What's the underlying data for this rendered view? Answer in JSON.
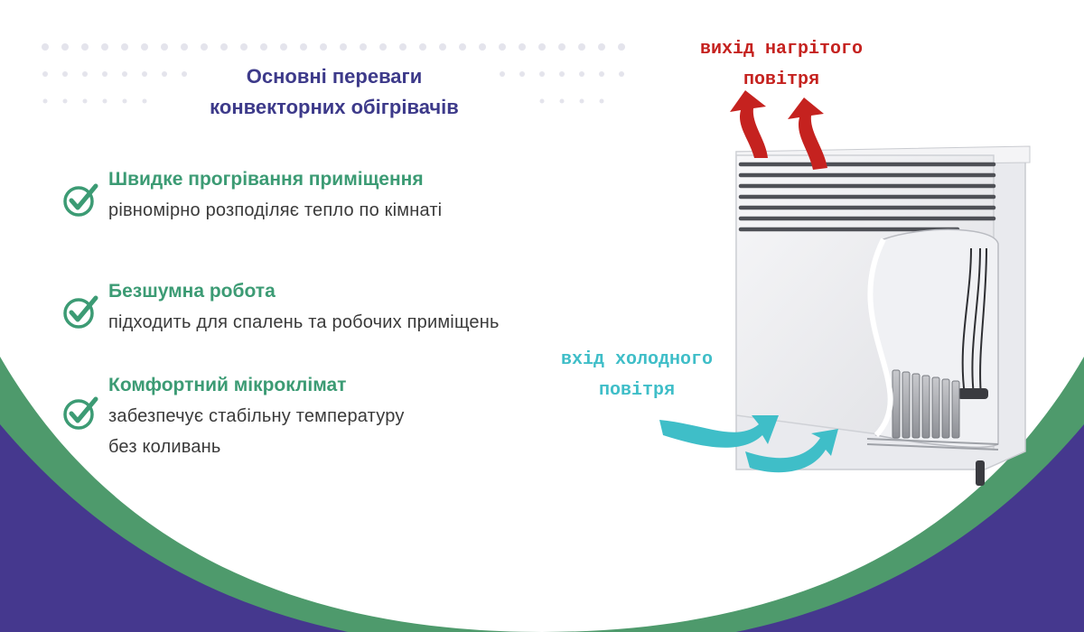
{
  "title": {
    "line1": "Основні переваги",
    "line2": "конвекторних обігрівачів"
  },
  "features": [
    {
      "title": "Швидке прогрівання приміщення",
      "desc": "рівномірно розподіляє тепло по кімнаті",
      "icon": "check-circle-icon"
    },
    {
      "title": "Безшумна робота",
      "desc": "підходить для спалень та робочих приміщень",
      "icon": "check-circle-icon"
    },
    {
      "title": "Комфортний мікроклімат",
      "desc_line1": "забезпечує стабільну температуру",
      "desc_line2": "без коливань",
      "icon": "check-circle-icon"
    }
  ],
  "labels": {
    "hot_line1": "вихід нагрітого",
    "hot_line2": "повітря",
    "cold_line1": "вхід холодного",
    "cold_line2": "повітря"
  },
  "colors": {
    "title": "#3d3a8a",
    "feature_title": "#3c9b74",
    "hot_air": "#c5221f",
    "cold_air": "#3fbec8",
    "band_green": "#4e9a6c",
    "band_purple": "#45388e"
  }
}
